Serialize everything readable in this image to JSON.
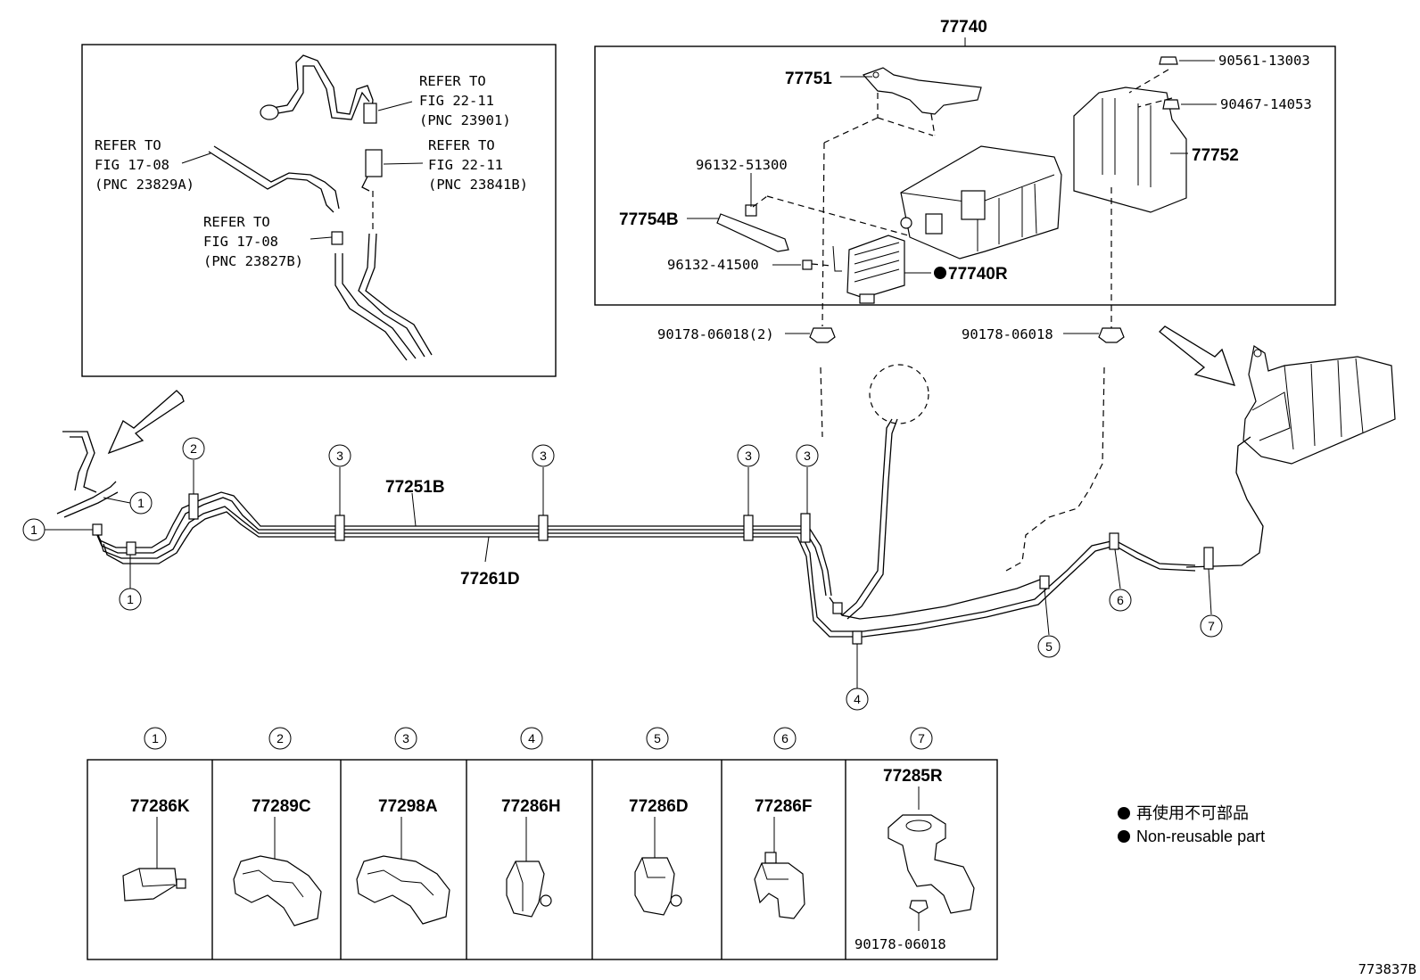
{
  "diagram_id": "773837B",
  "top_assembly": {
    "part": "77740"
  },
  "canister_box": {
    "bracket_front": "77751",
    "bracket_rear": "77752",
    "clip_upper": "96132-51300",
    "hose": "77754B",
    "clip_lower": "96132-41500",
    "canister_sub": "77740R",
    "nut_right_upper": "90561-13003",
    "nut_right_lower": "90467-14053",
    "bolt_left": "90178-06018(2)",
    "bolt_right": "90178-06018"
  },
  "inset_refs": [
    {
      "line1": "REFER TO",
      "line2": "FIG 22-11",
      "line3": "(PNC 23901)"
    },
    {
      "line1": "REFER TO",
      "line2": "FIG 22-11",
      "line3": "(PNC 23841B)"
    },
    {
      "line1": "REFER TO",
      "line2": "FIG 17-08",
      "line3": "(PNC 23829A)"
    },
    {
      "line1": "REFER TO",
      "line2": "FIG 17-08",
      "line3": "(PNC 23827B)"
    }
  ],
  "tubes": {
    "upper": "77251B",
    "lower": "77261D"
  },
  "callouts": [
    "1",
    "2",
    "3",
    "4",
    "5",
    "6",
    "7"
  ],
  "clamp_table": [
    {
      "num": "1",
      "part": "77286K"
    },
    {
      "num": "2",
      "part": "77289C"
    },
    {
      "num": "3",
      "part": "77298A"
    },
    {
      "num": "4",
      "part": "77286H"
    },
    {
      "num": "5",
      "part": "77286D"
    },
    {
      "num": "6",
      "part": "77286F"
    },
    {
      "num": "7",
      "part": "77285R",
      "sub_part": "90178-06018"
    }
  ],
  "legend": {
    "jp": "再使用不可部品",
    "en": "Non-reusable part"
  }
}
